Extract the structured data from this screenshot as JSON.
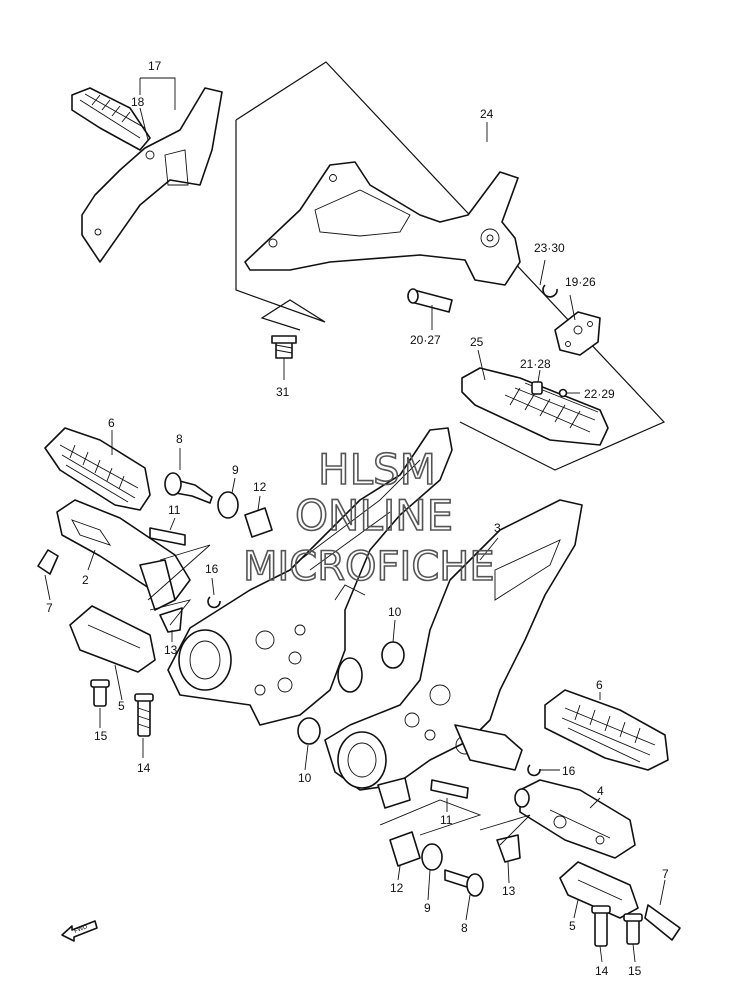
{
  "watermark": {
    "line1": "HLSM",
    "line2": "ONLINE",
    "line3": "MICROFICHE"
  },
  "direction_marker": {
    "label": "FWD",
    "icon": "forward-arrow-icon"
  },
  "callouts": {
    "c17": "17",
    "c18": "18",
    "c24": "24",
    "c23_30": "23·30",
    "c19_26": "19·26",
    "c20_27": "20·27",
    "c25": "25",
    "c21_28": "21·28",
    "c22_29": "22·29",
    "c31": "31",
    "c6a": "6",
    "c8a": "8",
    "c9a": "9",
    "c12a": "12",
    "c11a": "11",
    "c2": "2",
    "c16a": "16",
    "c7a": "7",
    "c13a": "13",
    "c5a": "5",
    "c15a": "15",
    "c14a": "14",
    "c10a": "10",
    "c3": "3",
    "c10b": "10",
    "c6b": "6",
    "c16b": "16",
    "c4": "4",
    "c11b": "11",
    "c12b": "12",
    "c9b": "9",
    "c13b": "13",
    "c8b": "8",
    "c7b": "7",
    "c5b": "5",
    "c14b": "14",
    "c15b": "15"
  }
}
